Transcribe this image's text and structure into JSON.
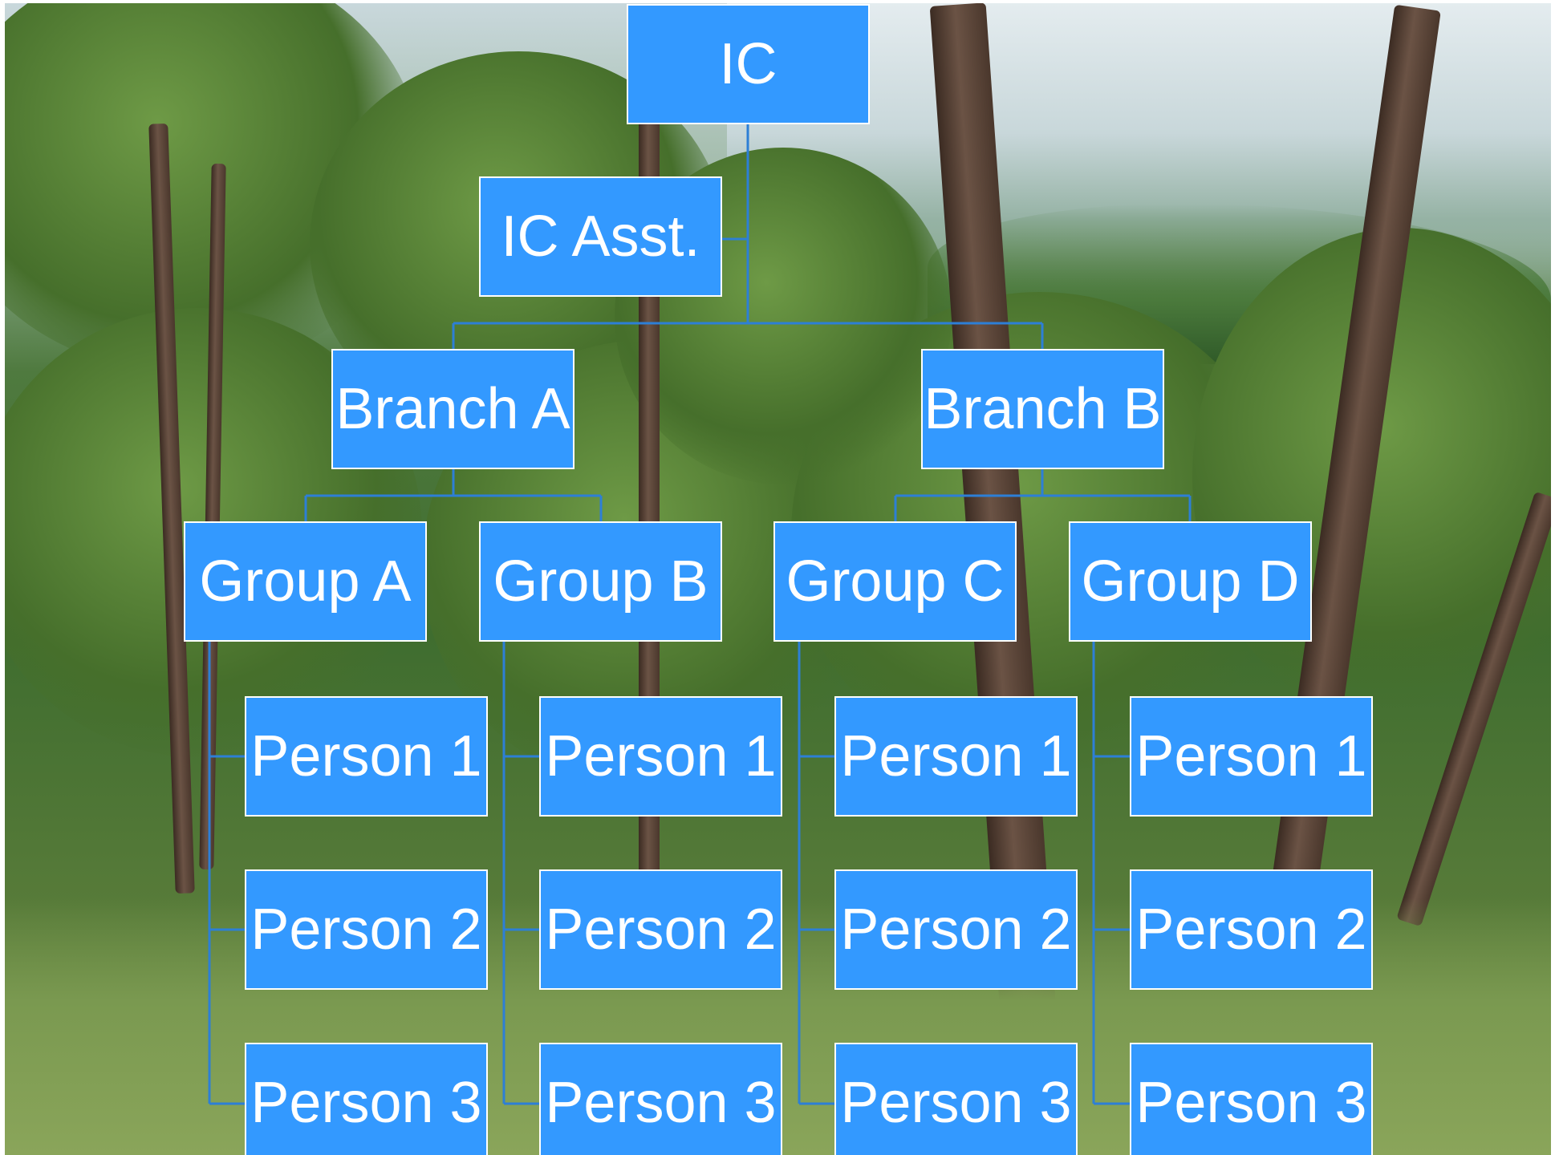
{
  "background": {
    "scene": "forest-photo",
    "node_fill": "#3399ff",
    "node_border": "#ffffff",
    "connector_color": "#2d7fd6"
  },
  "org_chart": {
    "ic": "IC",
    "assistant": "IC Asst.",
    "branches": [
      {
        "label": "Branch A",
        "groups": [
          {
            "label": "Group A",
            "members": [
              "Person 1",
              "Person 2",
              "Person 3"
            ]
          },
          {
            "label": "Group B",
            "members": [
              "Person 1",
              "Person 2",
              "Person 3"
            ]
          }
        ]
      },
      {
        "label": "Branch B",
        "groups": [
          {
            "label": "Group C",
            "members": [
              "Person 1",
              "Person 2",
              "Person 3"
            ]
          },
          {
            "label": "Group D",
            "members": [
              "Person 1",
              "Person 2",
              "Person 3"
            ]
          }
        ]
      }
    ]
  }
}
